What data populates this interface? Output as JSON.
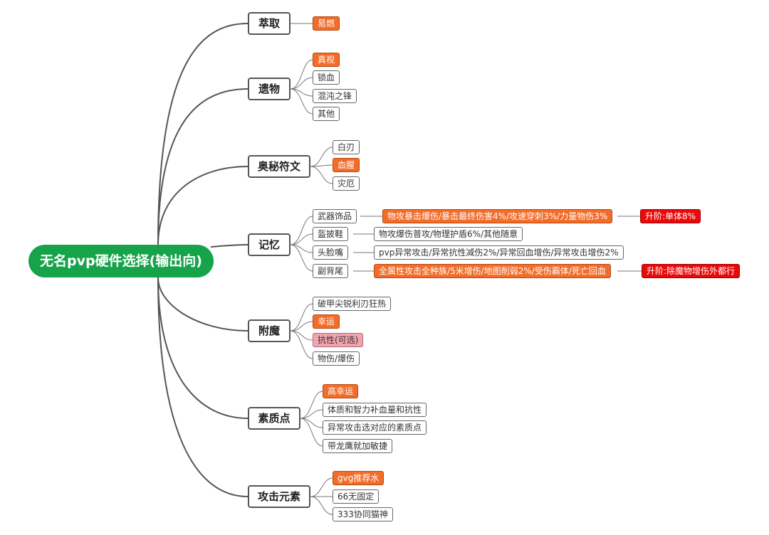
{
  "root": {
    "label": "无名pvp硬件选择(输出向)"
  },
  "branches": [
    {
      "label": "萃取",
      "items": [
        {
          "label": "易燃",
          "style": "orange"
        }
      ]
    },
    {
      "label": "遗物",
      "items": [
        {
          "label": "真视",
          "style": "orange"
        },
        {
          "label": "锁血",
          "style": "plain"
        },
        {
          "label": "混沌之锋",
          "style": "plain"
        },
        {
          "label": "其他",
          "style": "plain"
        }
      ]
    },
    {
      "label": "奥秘符文",
      "items": [
        {
          "label": "白刃",
          "style": "plain"
        },
        {
          "label": "血腥",
          "style": "orange"
        },
        {
          "label": "灾厄",
          "style": "plain"
        }
      ]
    },
    {
      "label": "记忆",
      "items": [
        {
          "label": "武器饰品",
          "style": "plain",
          "detail": {
            "label": "物攻暴击爆伤/暴击最终伤害4%/攻速穿刺3%/力量物伤3%",
            "style": "orange"
          },
          "note": {
            "label": "升阶:单体8%",
            "style": "red"
          }
        },
        {
          "label": "盔披鞋",
          "style": "plain",
          "detail": {
            "label": "物攻爆伤普攻/物理护盾6%/其他随意",
            "style": "plain"
          }
        },
        {
          "label": "头脸嘴",
          "style": "plain",
          "detail": {
            "label": "pvp异常攻击/异常抗性减伤2%/异常回血增伤/异常攻击增伤2%",
            "style": "plain"
          }
        },
        {
          "label": "副背尾",
          "style": "plain",
          "detail": {
            "label": "全属性攻击全种族/5米增伤/地图削弱2%/受伤霸体/死亡回血",
            "style": "orange"
          },
          "note": {
            "label": "升阶:除魔物增伤外都行",
            "style": "red"
          }
        }
      ]
    },
    {
      "label": "附魔",
      "items": [
        {
          "label": "破甲尖锐利刃狂热",
          "style": "plain"
        },
        {
          "label": "幸运",
          "style": "orange"
        },
        {
          "label": "抗性(可选)",
          "style": "pink"
        },
        {
          "label": "物伤/爆伤",
          "style": "plain"
        }
      ]
    },
    {
      "label": "素质点",
      "items": [
        {
          "label": "高幸运",
          "style": "orange"
        },
        {
          "label": "体质和智力补血量和抗性",
          "style": "plain"
        },
        {
          "label": "异常攻击选对应的素质点",
          "style": "plain"
        },
        {
          "label": "带龙鹰就加敏捷",
          "style": "plain"
        }
      ]
    },
    {
      "label": "攻击元素",
      "items": [
        {
          "label": "gvg推荐水",
          "style": "orange"
        },
        {
          "label": "66无固定",
          "style": "plain"
        },
        {
          "label": "333协同猫神",
          "style": "plain"
        }
      ]
    }
  ]
}
